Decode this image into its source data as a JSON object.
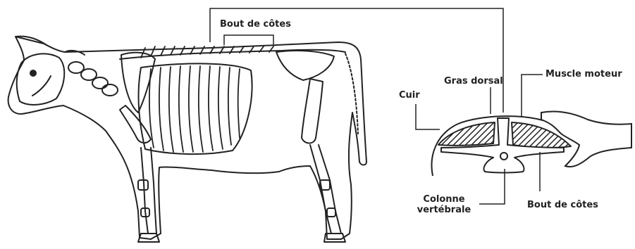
{
  "labels": {
    "bout_de_cotes_top": "Bout de côtes",
    "gras_dorsal": "Gras dorsal",
    "muscle_moteur": "Muscle moteur",
    "cuir": "Cuir",
    "colonne_line1": "Colonne",
    "colonne_line2": "vertébrale",
    "bout_de_cotes_bottom": "Bout de côtes"
  },
  "colors": {
    "ink": "#222222",
    "background": "#ffffff"
  }
}
